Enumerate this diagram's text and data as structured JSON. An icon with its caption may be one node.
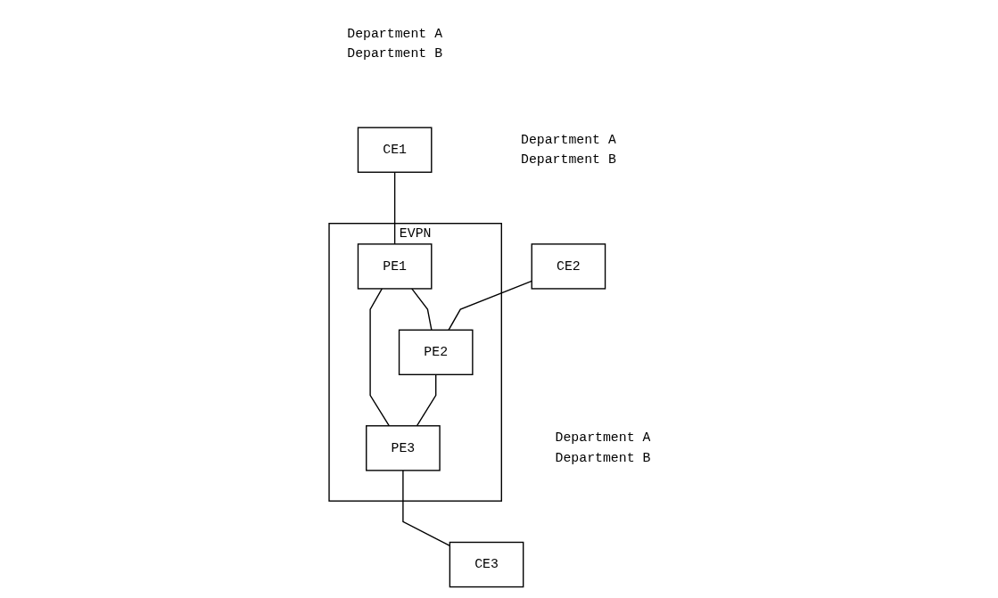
{
  "diagram": {
    "nodes": [
      {
        "text": [
          "CE1"
        ],
        "beside": [
          "Department A",
          "Department B"
        ]
      },
      {
        "text": [
          "EVPN"
        ]
      },
      {
        "text": [
          "PE1"
        ],
        "in": 1
      },
      {
        "text": [
          "CE2"
        ],
        "beside": [
          "Department A",
          "Department B"
        ]
      },
      {
        "text": [
          "PE2"
        ],
        "in": 1
      },
      {
        "text": [
          "PE3"
        ],
        "in": 1
      },
      {
        "text": [
          "CE3"
        ],
        "beside": [
          "Department A",
          "Department B"
        ]
      }
    ],
    "edges": [
      {
        "from": 0,
        "to": 2,
        "arrow": "none"
      },
      {
        "from": 2,
        "to": 4,
        "arrow": "none"
      },
      {
        "from": 2,
        "to": 5,
        "arrow": "none"
      },
      {
        "from": 3,
        "to": 4,
        "arrow": "none"
      },
      {
        "from": 4,
        "to": 5,
        "arrow": "none"
      },
      {
        "from": 5,
        "to": 6,
        "arrow": "none"
      }
    ]
  }
}
